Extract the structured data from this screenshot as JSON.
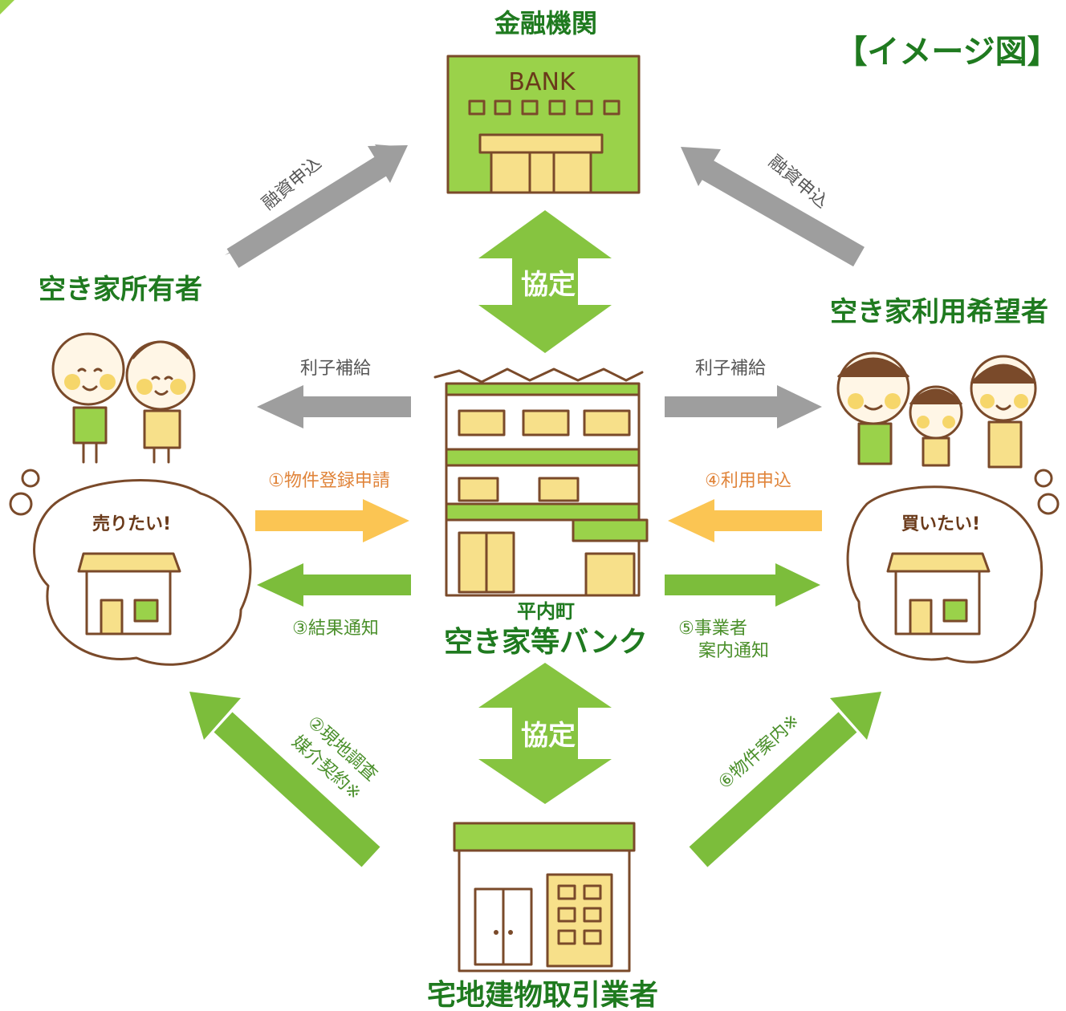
{
  "image_label": "【イメージ図】",
  "nodes": {
    "bank": {
      "title": "金融機関",
      "sign": "BANK"
    },
    "owner": {
      "title": "空き家所有者",
      "bubble": "売りたい!"
    },
    "user": {
      "title": "空き家利用希望者",
      "bubble": "買いたい!"
    },
    "akiya_bank": {
      "town": "平内町",
      "name": "空き家等バンク"
    },
    "realtor": {
      "title": "宅地建物取引業者"
    }
  },
  "arrows": {
    "owner_to_bank": "融資申込",
    "user_to_bank": "融資申込",
    "bank_agreement": "協定",
    "realtor_agreement": "協定",
    "subsidy_left": "利子補給",
    "subsidy_right": "利子補給",
    "step1": "①物件登録申請",
    "step2_line1": "②現地調査",
    "step2_line2": "媒介契約※",
    "step3": "③結果通知",
    "step4": "④利用申込",
    "step5_line1": "⑤事業者",
    "step5_line2": "案内通知",
    "step6": "⑥物件案内※"
  },
  "colors": {
    "title_green": "#1f7a1f",
    "arrow_gray": "#9e9e9e",
    "arrow_orange": "#fbc553",
    "arrow_green": "#7cbd3b",
    "agreement_green": "#86c440",
    "building_green": "#9ad24a",
    "building_yellow": "#f7e08a",
    "outline_brown": "#7a4a2a"
  }
}
